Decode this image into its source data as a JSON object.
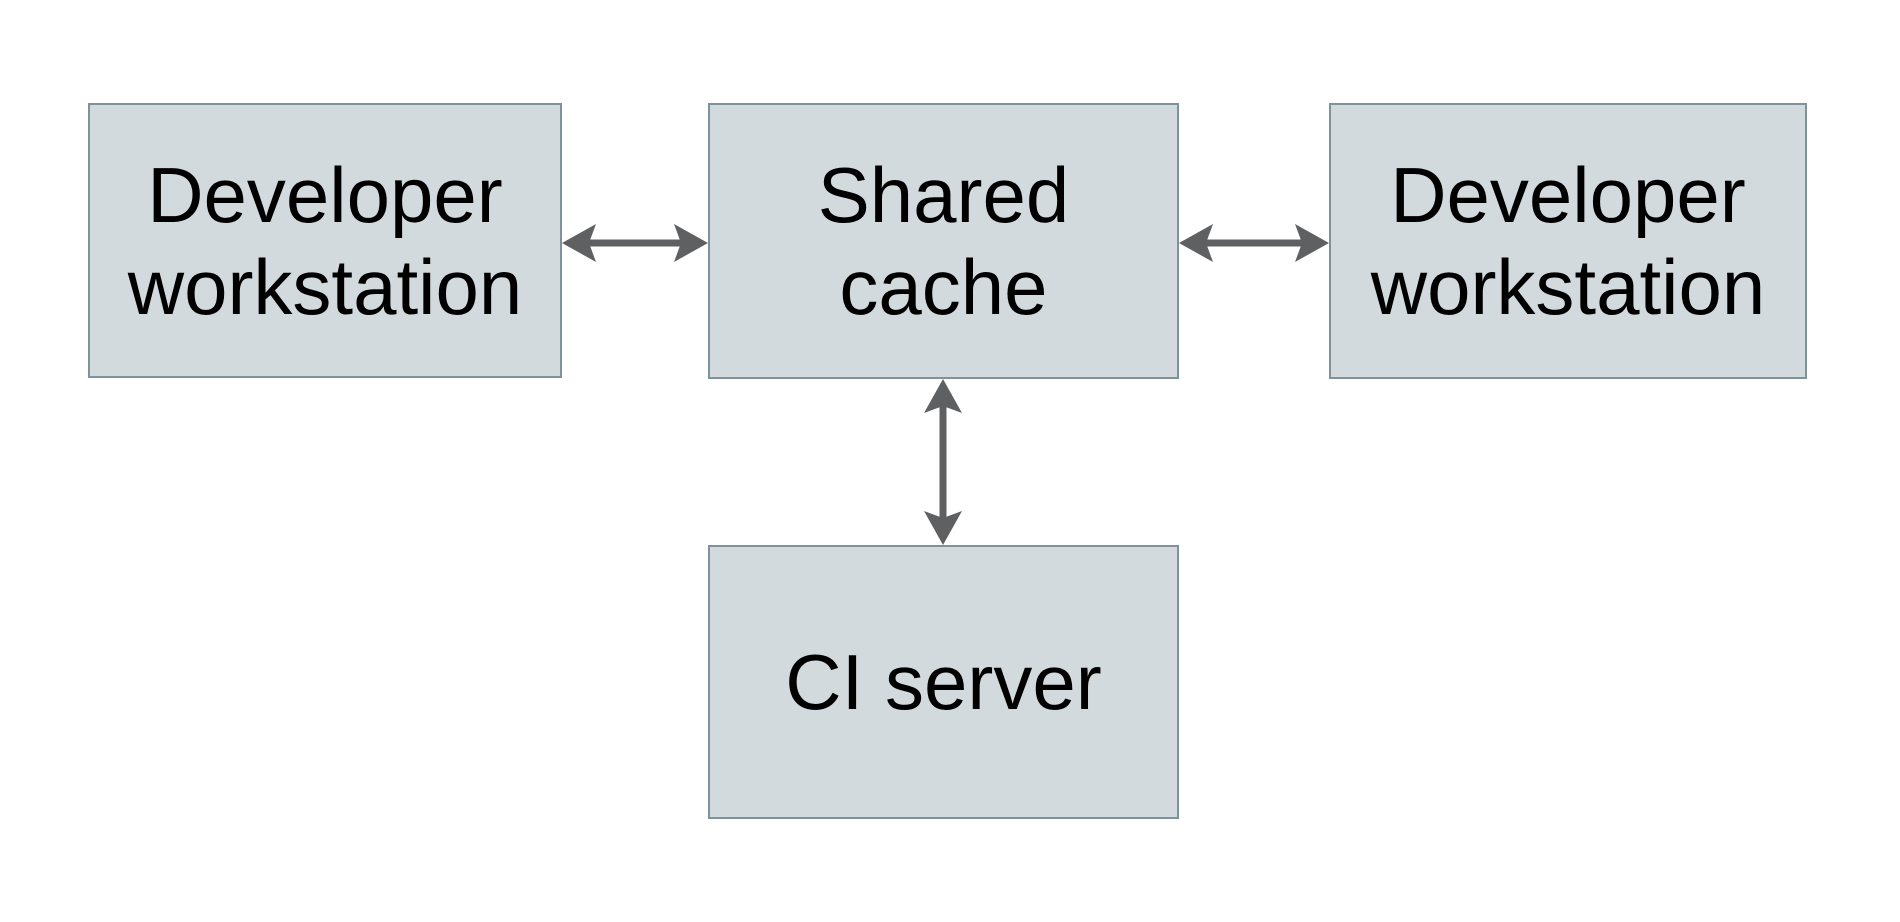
{
  "diagram": {
    "type": "architecture-diagram",
    "nodes": [
      {
        "id": "developer-workstation-left",
        "label": "Developer\nworkstation"
      },
      {
        "id": "shared-cache",
        "label": "Shared\ncache"
      },
      {
        "id": "developer-workstation-right",
        "label": "Developer\nworkstation"
      },
      {
        "id": "ci-server",
        "label": "CI server"
      }
    ],
    "edges": [
      {
        "from": "developer-workstation-left",
        "to": "shared-cache",
        "direction": "bidirectional"
      },
      {
        "from": "shared-cache",
        "to": "developer-workstation-right",
        "direction": "bidirectional"
      },
      {
        "from": "shared-cache",
        "to": "ci-server",
        "direction": "bidirectional"
      }
    ],
    "colors": {
      "node_fill": "#d3dadd",
      "node_border": "#7e929c",
      "arrow": "#5f6061",
      "text": "#000000",
      "background": "#ffffff"
    }
  }
}
